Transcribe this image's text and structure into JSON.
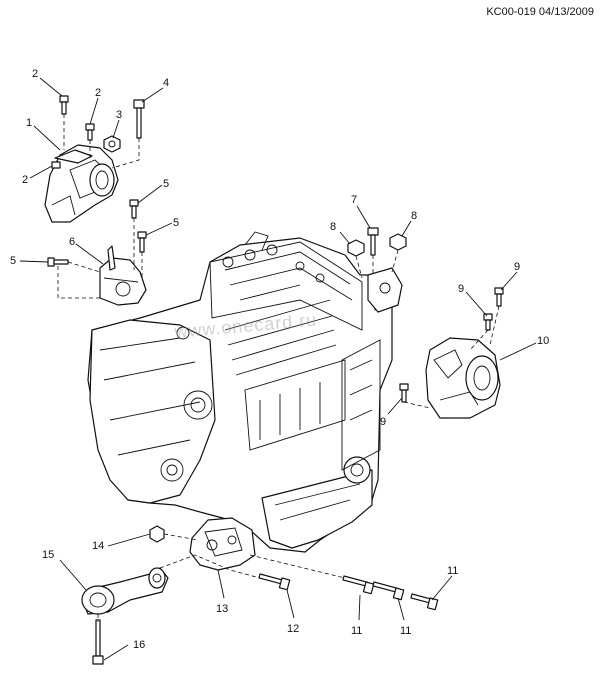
{
  "header": {
    "doc_code": "KC00-019 04/13/2009"
  },
  "watermark": "www.onecard.ru",
  "callouts": {
    "c1": "1",
    "c2a": "2",
    "c2b": "2",
    "c2c": "2",
    "c3": "3",
    "c4": "4",
    "c5a": "5",
    "c5b": "5",
    "c5c": "5",
    "c6": "6",
    "c7": "7",
    "c8a": "8",
    "c8b": "8",
    "c9a": "9",
    "c9b": "9",
    "c9c": "9",
    "c10": "10",
    "c11a": "11",
    "c11b": "11",
    "c11c": "11",
    "c12": "12",
    "c13": "13",
    "c14": "14",
    "c15": "15",
    "c16": "16"
  }
}
